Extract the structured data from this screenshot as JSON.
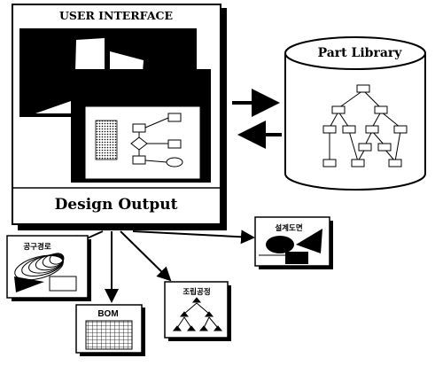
{
  "diagram": {
    "user_interface_label": "USER INTERFACE",
    "design_output_label": "Design Output",
    "part_library_label": "Part Library",
    "outputs": {
      "tool_path_label": "공구경로",
      "bom_label": "BOM",
      "assembly_process_label": "조립공정",
      "design_drawing_label": "설계도면"
    }
  }
}
